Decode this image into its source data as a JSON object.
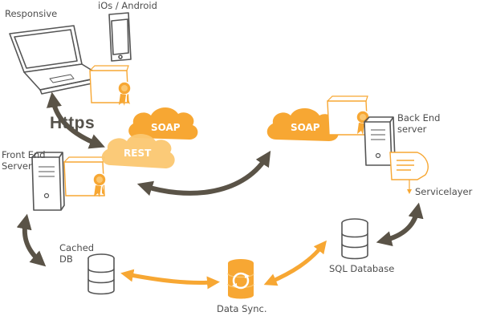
{
  "labels": {
    "responsive": "Responsive",
    "ios_android": "iOs / Android",
    "https": "Https",
    "soap_left": "SOAP",
    "rest": "REST",
    "soap_right": "SOAP",
    "front_end_line1": "Front End",
    "front_end_line2": "Server",
    "back_end_line1": "Back End",
    "back_end_line2": "server",
    "servicelayer": "Servicelayer",
    "cached_line1": "Cached",
    "cached_line2": "DB",
    "sql_database": "SQL Database",
    "data_sync": "Data Sync."
  },
  "colors": {
    "orange": "#f7a733",
    "orange_light": "#fbc771",
    "dark_arrow": "#5a5347",
    "sketch": "#555555"
  }
}
